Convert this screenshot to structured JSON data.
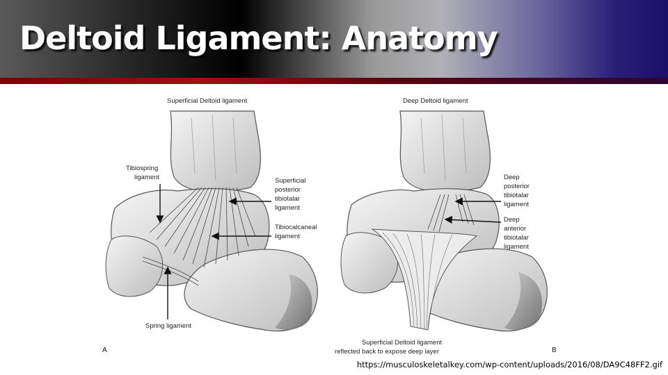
{
  "slide": {
    "title": "Deltoid Ligament: Anatomy",
    "source_url": "https://musculoskeletalkey.com/wp-content/uploads/2016/08/DA9C48FF2.gif"
  },
  "figure": {
    "panel_a": {
      "heading": "Superficial Deltoid ligament",
      "panel_letter": "A",
      "labels": {
        "tibiospring_1": "Tibiospring",
        "tibiospring_2": "ligament",
        "sptt_1": "Superficial",
        "sptt_2": "posterior",
        "sptt_3": "tibiotalar",
        "sptt_4": "ligament",
        "tc_1": "Tibiocalcaneal",
        "tc_2": "ligament",
        "spring": "Spring ligament"
      }
    },
    "panel_b": {
      "heading": "Deep Deltoid ligament",
      "panel_letter": "B",
      "labels": {
        "dptt_1": "Deep",
        "dptt_2": "posterior",
        "dptt_3": "tibiotalar",
        "dptt_4": "ligament",
        "datt_1": "Deep",
        "datt_2": "anterior",
        "datt_3": "tibiotalar",
        "datt_4": "ligament",
        "reflected_1": "Superficial Deltoid ligament",
        "reflected_2": "reflected back to expose deep layer"
      }
    }
  },
  "colors": {
    "title_text": "#ffffff",
    "rule": "#a01010",
    "bone_fill": "#e4e4e4",
    "bone_stroke": "#555555"
  }
}
